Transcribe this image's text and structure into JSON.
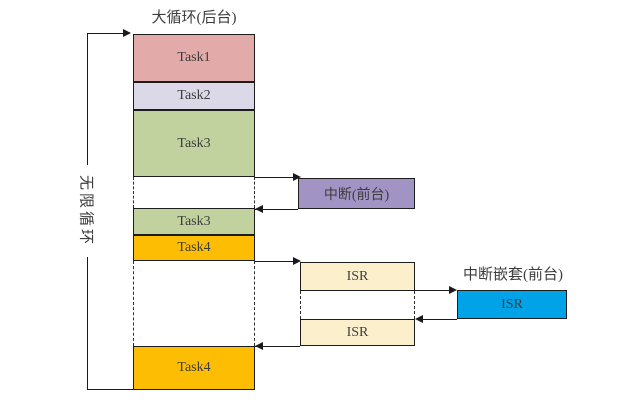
{
  "diagram": {
    "title": "大循环(后台)",
    "loop_label": "无限循环",
    "tasks": {
      "task1": "Task1",
      "task2": "Task2",
      "task3": "Task3",
      "task3_resume": "Task3",
      "task4": "Task4",
      "task4_resume": "Task4"
    },
    "interrupt_label": "中断(前台)",
    "isr_top_label": "ISR",
    "isr_bottom_label": "ISR",
    "nested_title": "中断嵌套(前台)",
    "nested_isr_label": "ISR",
    "colors": {
      "task1": "#e2aba9",
      "task2": "#dbd8e8",
      "task3": "#c2d29f",
      "task4": "#fcbd02",
      "interrupt": "#a193c4",
      "isr": "#fcf0cc",
      "nested-isr": "#00a2e8",
      "line": "#1a1a1a",
      "text": "#3d3d3d"
    }
  }
}
